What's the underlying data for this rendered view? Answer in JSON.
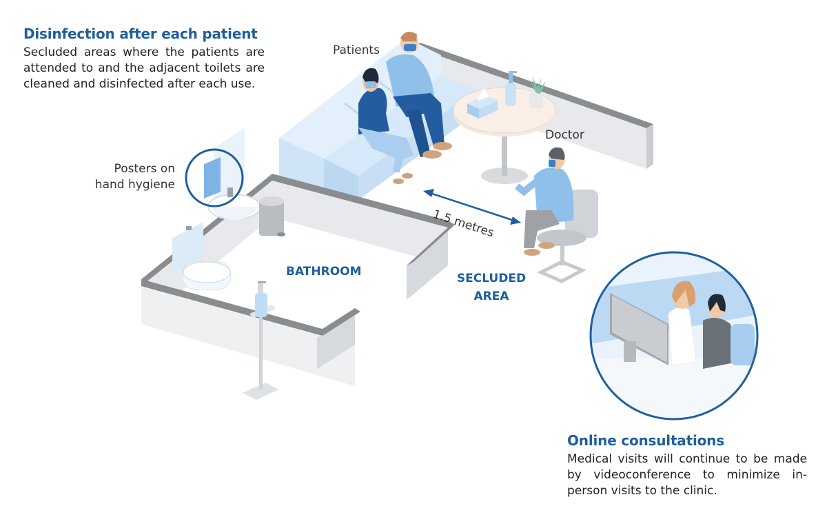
{
  "disinfection": {
    "title": "Disinfection after each patient",
    "text": "Secluded areas where the patients are attended to and the adjacent toilets are cleaned and disinfected after each use."
  },
  "online": {
    "title": "Online consultations",
    "text": "Medical visits will continue to be made by videoconference to minimize in-person visits to the clinic."
  },
  "labels": {
    "patients": "Patients",
    "doctor": "Doctor",
    "posters_line1": "Posters on",
    "posters_line2": "hand hygiene",
    "distance": "1.5 metres",
    "bathroom": "BATHROOM",
    "secluded_line1": "SECLUDED",
    "secluded_line2": "AREA"
  },
  "colors": {
    "accent": "#1f5f9c",
    "wall_top": "#8a8d90",
    "wall_side": "#e7e9ec",
    "light_blue": "#cfe4f7",
    "patient_dark": "#235d9f",
    "patient_light": "#8fc0ea"
  }
}
